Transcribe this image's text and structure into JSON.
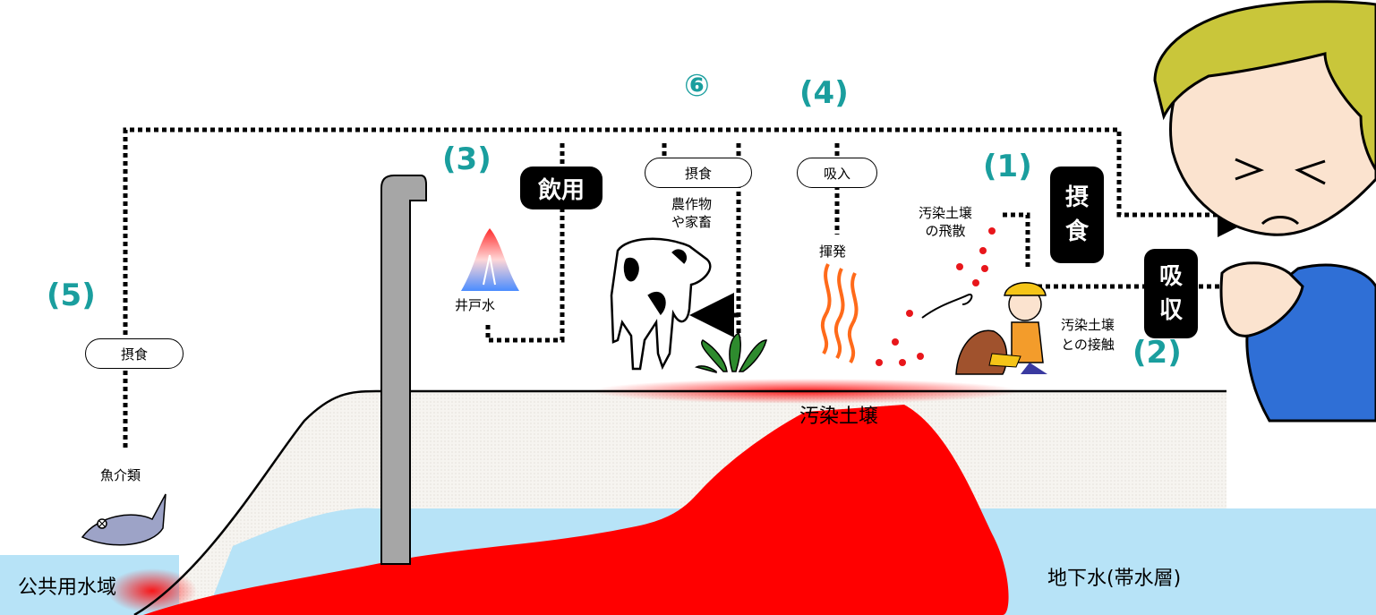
{
  "pathways": {
    "p1_num": "(1)",
    "p2_num": "(2)",
    "p3_num": "(3)",
    "p4_num": "(4)",
    "p5_num": "(5)",
    "p6_num": "⑥"
  },
  "labels": {
    "ingest_vertical": [
      "摂",
      "食"
    ],
    "absorb_vertical": [
      "吸",
      "収"
    ],
    "drinking": "飲用",
    "ingestion_pill_crops": "摂食",
    "inhalation_pill": "吸入",
    "ingestion_pill_fish": "摂食",
    "crops_livestock": [
      "農作物",
      "や家畜"
    ],
    "well_water": "井戸水",
    "volatilization": "揮発",
    "soil_scatter": [
      "汚染土壌",
      "の飛散"
    ],
    "soil_contact": [
      "汚染土壌",
      "との接触"
    ],
    "fish": "魚介類",
    "contaminated_soil": "汚染土壌",
    "public_waters": "公共用水域",
    "groundwater": "地下水(帯水層)"
  },
  "colors": {
    "accent_number": "#1a9e9e",
    "contamination": "#ff0000",
    "groundwater": "#b7e3f7",
    "soil": "#f4f2ee",
    "boy_shirt": "#2f6fd6",
    "boy_hair": "#c9c63a",
    "skin": "#fbe3cf"
  },
  "icons": [
    "well-pipe-icon",
    "cow-icon",
    "grass-icon",
    "vapor-icon",
    "worker-icon",
    "fish-icon",
    "boy-icon",
    "mountain-well-icon"
  ]
}
